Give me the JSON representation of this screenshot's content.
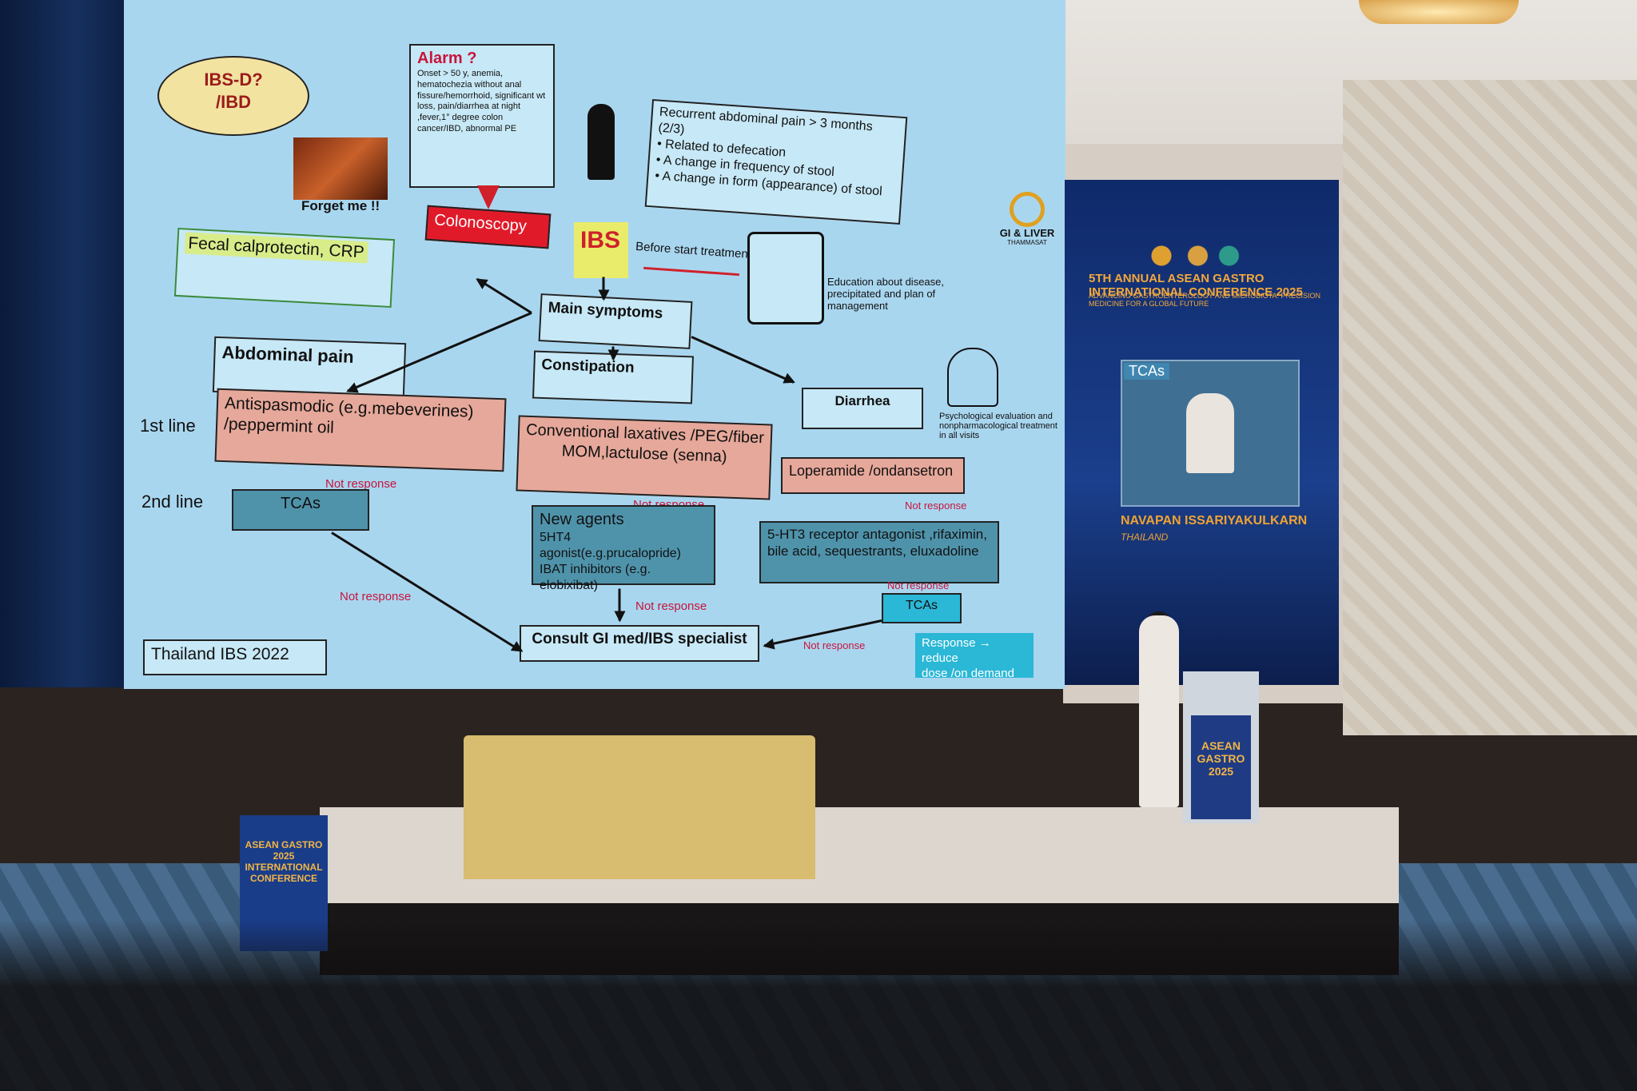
{
  "slide": {
    "ibs_d": "IBS-D?\n/IBD",
    "forget_me": "Forget me !!",
    "alarm_title": "Alarm ?",
    "alarm_text": "Onset > 50 y, anemia, hematochezia without anal fissure/hemorrhoid, significant wt loss, pain/diarrhea at night ,fever,1° degree colon cancer/IBD, abnormal PE",
    "criteria_1": "Recurrent abdominal pain > 3 months (2/3)",
    "criteria_2": "• Related to defecation",
    "criteria_3": "• A change in frequency of stool",
    "criteria_4": "• A change in form (appearance) of stool",
    "logo_text": "GI & LIVER",
    "logo_sub": "THAMMASAT",
    "colonoscopy": "Colonoscopy",
    "ibs": "IBS",
    "before_treatment": "Before start treatment",
    "education": "Education about disease, precipitated and plan of management",
    "fecal": "Fecal calprotectin, CRP",
    "main_symptoms": "Main symptoms",
    "abdominal_pain": "Abdominal pain",
    "constipation": "Constipation",
    "diarrhea": "Diarrhea",
    "psych": "Psychological evaluation and nonpharmacological treatment in all visits",
    "first_line": "1st line",
    "second_line": "2nd line",
    "antispasmodic_1": "Antispasmodic (e.g.mebeverines)",
    "antispasmodic_2": "/peppermint oil",
    "laxatives_1": "Conventional laxatives /PEG/fiber",
    "laxatives_2": "MOM,lactulose (senna)",
    "loperamide": "Loperamide /ondansetron",
    "not_response": "Not response",
    "tcas": "TCAs",
    "new_agents_1": "New agents",
    "new_agents_2": "5HT4 agonist(e.g.prucalopride)",
    "new_agents_3": "IBAT inhibitors (e.g. elobixibat)",
    "ht3_1": "5-HT3 receptor antagonist ,rifaximin,",
    "ht3_2": "bile acid, sequestrants, eluxadoline",
    "consult": "Consult GI med/IBS specialist",
    "response_1": "Response → reduce",
    "response_2": "dose /on demand",
    "source": "Thailand IBS 2022"
  },
  "side": {
    "title": "5TH ANNUAL ASEAN GASTRO INTERNATIONAL CONFERENCE 2025",
    "subtitle": "ADVANCING GASTROENTEROLOGY AND MICROBIOTA: PRECISION MEDICINE FOR A GLOBAL FUTURE",
    "video_label": "TCAs",
    "speaker_name": "NAVAPAN ISSARIYAKULKARN",
    "country": "THAILAND"
  },
  "podium": {
    "sign": "ASEAN GASTRO 2025"
  },
  "lectern": {
    "sign": "ASEAN GASTRO 2025 INTERNATIONAL CONFERENCE"
  }
}
